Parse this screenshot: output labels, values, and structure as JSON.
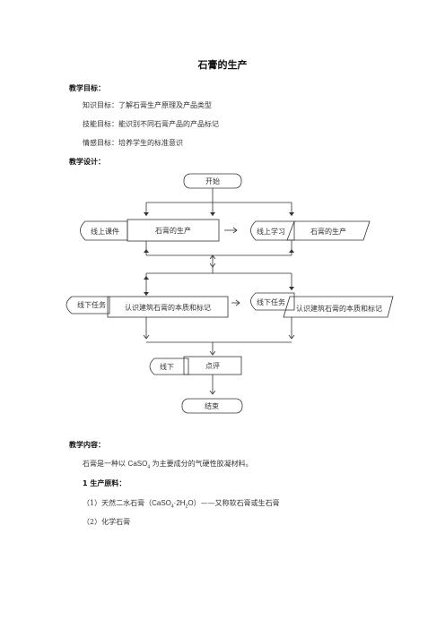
{
  "title": "石膏的生产",
  "goals": {
    "heading": "教学目标：",
    "knowledge": "知识目标：了解石膏生产原理及产品类型",
    "skill": "技能目标：能识别不同石膏产品的产品标记",
    "emotion": "情感目标：培养学生的标准意识"
  },
  "design": {
    "heading": "教学设计：",
    "flow": {
      "start": "开始",
      "online_course": "线上课件",
      "gypsum_production": "石膏的生产",
      "online_study": "线上学习",
      "gypsum_production_2": "石膏的生产",
      "offline_task": "线下任务",
      "identify": "认识建筑石膏的本质和标记",
      "online_task": "线下任务",
      "identify_2": "认识建筑石膏的本质和标记",
      "offline": "线下",
      "review": "点评",
      "end": "结束"
    }
  },
  "content": {
    "heading": "教学内容：",
    "intro_a": "石膏是一种以 ",
    "intro_formula": "CaSO",
    "intro_sub": "4",
    "intro_b": " 为主要成分的气硬性胶凝材料。",
    "section1": "1  生产原料：",
    "item1_a": "（1）天然二水石膏（",
    "item1_formula": "CaSO",
    "item1_sub1": "4",
    "item1_dot": "·2H",
    "item1_sub2": "2",
    "item1_o": "O",
    "item1_b": "）——又称软石膏或生石膏",
    "item2": "（2）化学石膏"
  }
}
